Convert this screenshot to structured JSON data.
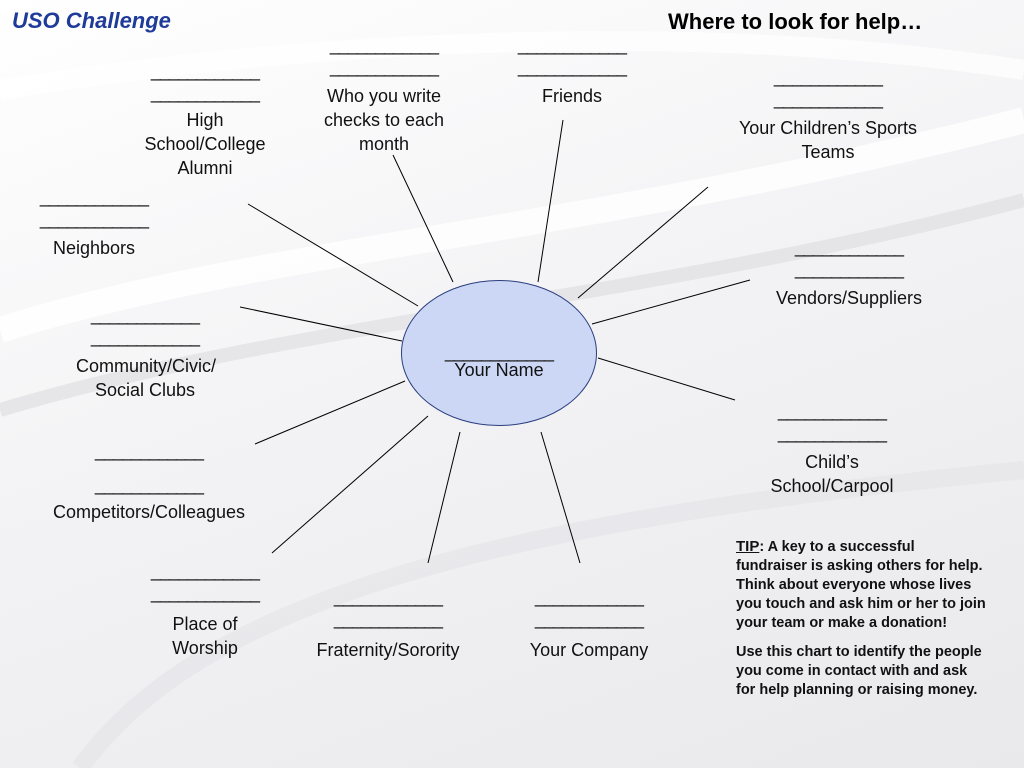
{
  "header": {
    "title": "USO Challenge",
    "subtitle": "Where to look for help…"
  },
  "blank": "____________",
  "center": {
    "blank": "____________",
    "label": "Your Name"
  },
  "nodes": {
    "checks": {
      "label": "Who you write checks to each month"
    },
    "friends": {
      "label": "Friends"
    },
    "alumni": {
      "label": "High School/College Alumni"
    },
    "sports": {
      "label": "Your Children’s Sports Teams"
    },
    "neighbors": {
      "label": "Neighbors"
    },
    "vendors": {
      "label": "Vendors/Suppliers"
    },
    "clubs": {
      "label": "Community/Civic/ Social Clubs"
    },
    "carpool": {
      "label": "Child’s School/Carpool"
    },
    "competitors": {
      "label": "Competitors/Colleagues"
    },
    "worship": {
      "label": "Place of Worship"
    },
    "fraternity": {
      "label": "Fraternity/Sorority"
    },
    "company": {
      "label": "Your Company"
    }
  },
  "tip": {
    "heading": "TIP",
    "text1": ": A key to a successful fundraiser is asking others for help.  Think about everyone whose lives you touch and ask him or her to join your team or make a donation!",
    "text2": "Use this chart to identify the people you come in contact with and ask for help  planning or raising money."
  }
}
